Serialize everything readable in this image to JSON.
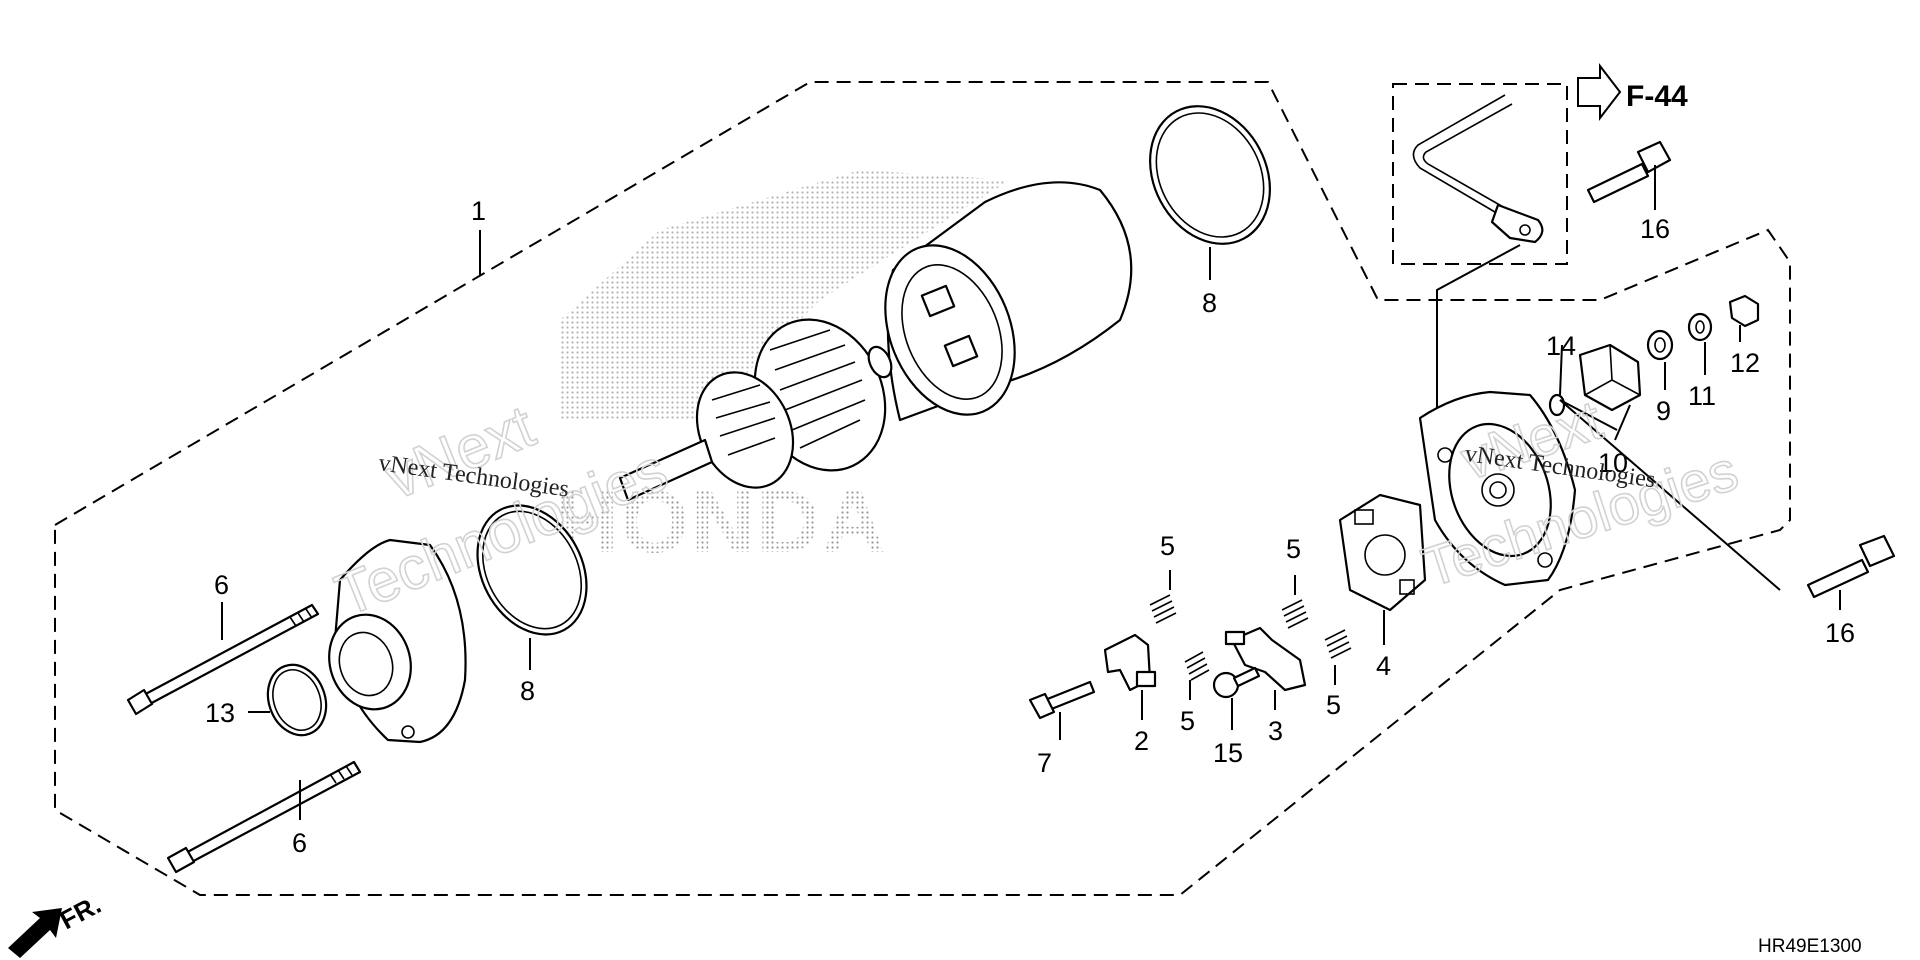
{
  "diagram": {
    "diagram_code": "HR49E1300",
    "reference_label": "F-44",
    "front_label": "FR.",
    "brand_text": "HONDA",
    "watermark_lines": [
      "vNext",
      "Technologies"
    ],
    "watermark_inline": "vNext Technologies",
    "callouts": {
      "c1": "1",
      "c2": "2",
      "c3": "3",
      "c4": "4",
      "c5a": "5",
      "c5b": "5",
      "c5c": "5",
      "c5d": "5",
      "c6a": "6",
      "c6b": "6",
      "c7": "7",
      "c8a": "8",
      "c8b": "8",
      "c9": "9",
      "c10": "10",
      "c11": "11",
      "c12": "12",
      "c13": "13",
      "c14": "14",
      "c15": "15",
      "c16a": "16",
      "c16b": "16"
    }
  }
}
